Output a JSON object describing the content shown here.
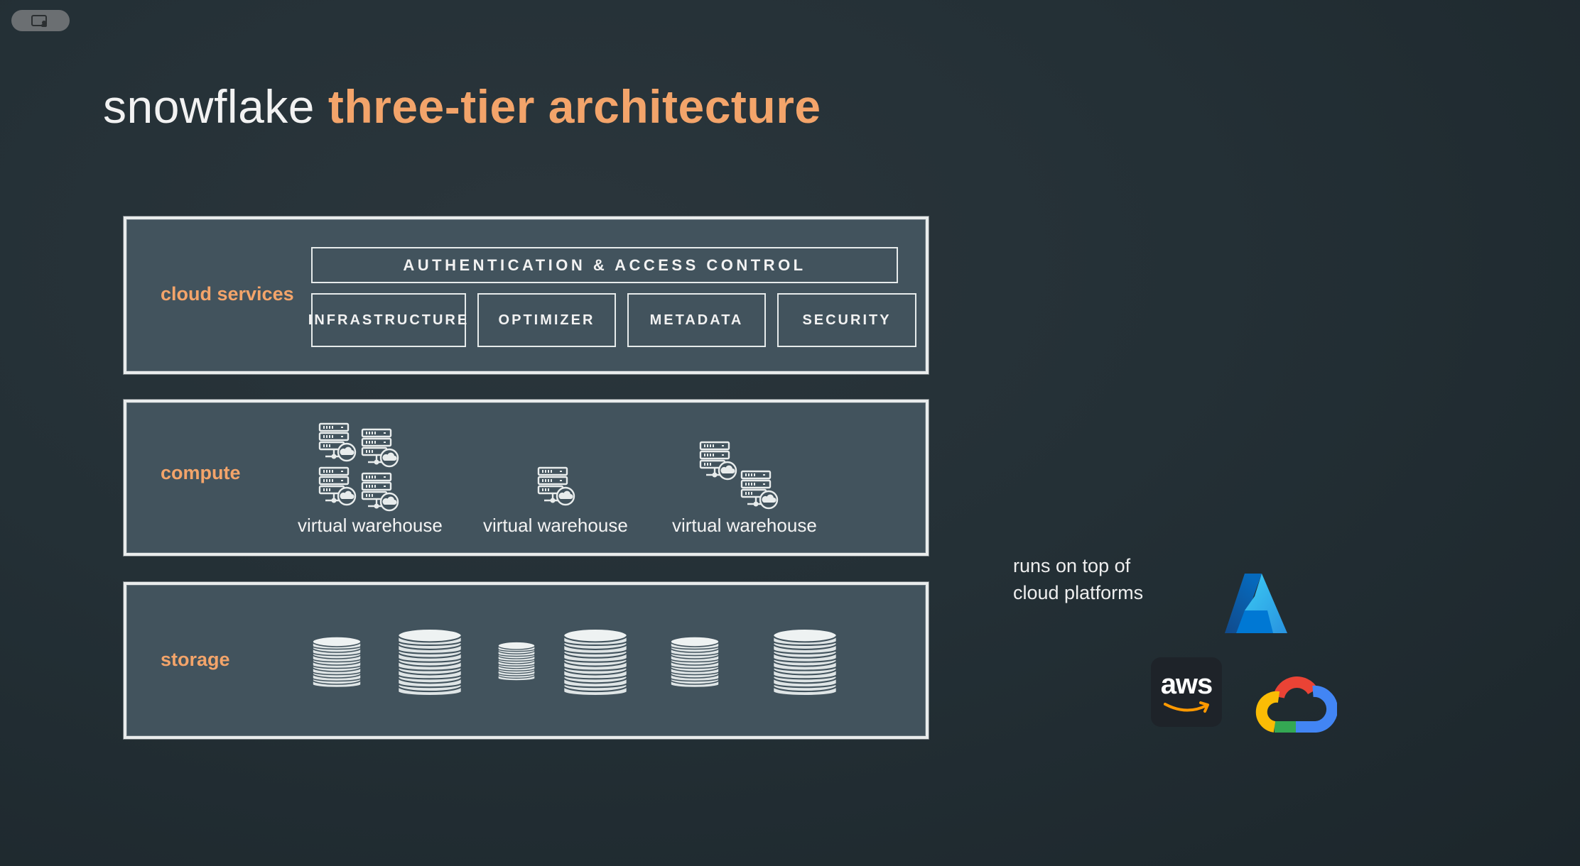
{
  "title": {
    "prefix": "snowflake",
    "accent": "three-tier architecture"
  },
  "tiers": {
    "cloud_services": {
      "label": "cloud services",
      "auth": "AUTHENTICATION & ACCESS CONTROL",
      "boxes": [
        "INFRASTRUCTURE",
        "OPTIMIZER",
        "METADATA",
        "SECURITY"
      ]
    },
    "compute": {
      "label": "compute",
      "warehouses": [
        "virtual warehouse",
        "virtual warehouse",
        "virtual warehouse"
      ]
    },
    "storage": {
      "label": "storage"
    }
  },
  "platforms": {
    "caption_line1": "runs on top of",
    "caption_line2": "cloud platforms",
    "aws_text": "aws",
    "icons": [
      "azure-logo",
      "aws-logo",
      "google-cloud-logo"
    ]
  },
  "colors": {
    "accent": "#f3a46a",
    "tier_bg": "#42535d",
    "background": "#243036"
  }
}
